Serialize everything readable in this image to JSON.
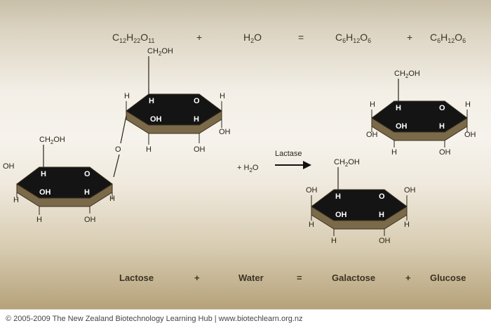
{
  "equation_top": {
    "reactant1": "C12H22O11",
    "plus1": "+",
    "reactant2": "H2O",
    "equals": "=",
    "product1": "C6H12O6",
    "plus2": "+",
    "product2": "C6H12O6"
  },
  "equation_bottom": {
    "reactant1": "Lactose",
    "plus1": "+",
    "reactant2": "Water",
    "equals": "=",
    "product1": "Galactose",
    "plus2": "+",
    "product2": "Glucose"
  },
  "reaction": {
    "plus_water": "+ H2O",
    "enzyme": "Lactase"
  },
  "atoms": {
    "h": "H",
    "o": "O",
    "oh": "OH",
    "ch2oh": "CH2OH"
  },
  "footer": "© 2005-2009 The New Zealand Biotechnology Learning Hub | www.biotechlearn.org.nz",
  "colors": {
    "ring_top": "#141414",
    "ring_side": "#7a6a4a",
    "text": "#3b3424"
  }
}
